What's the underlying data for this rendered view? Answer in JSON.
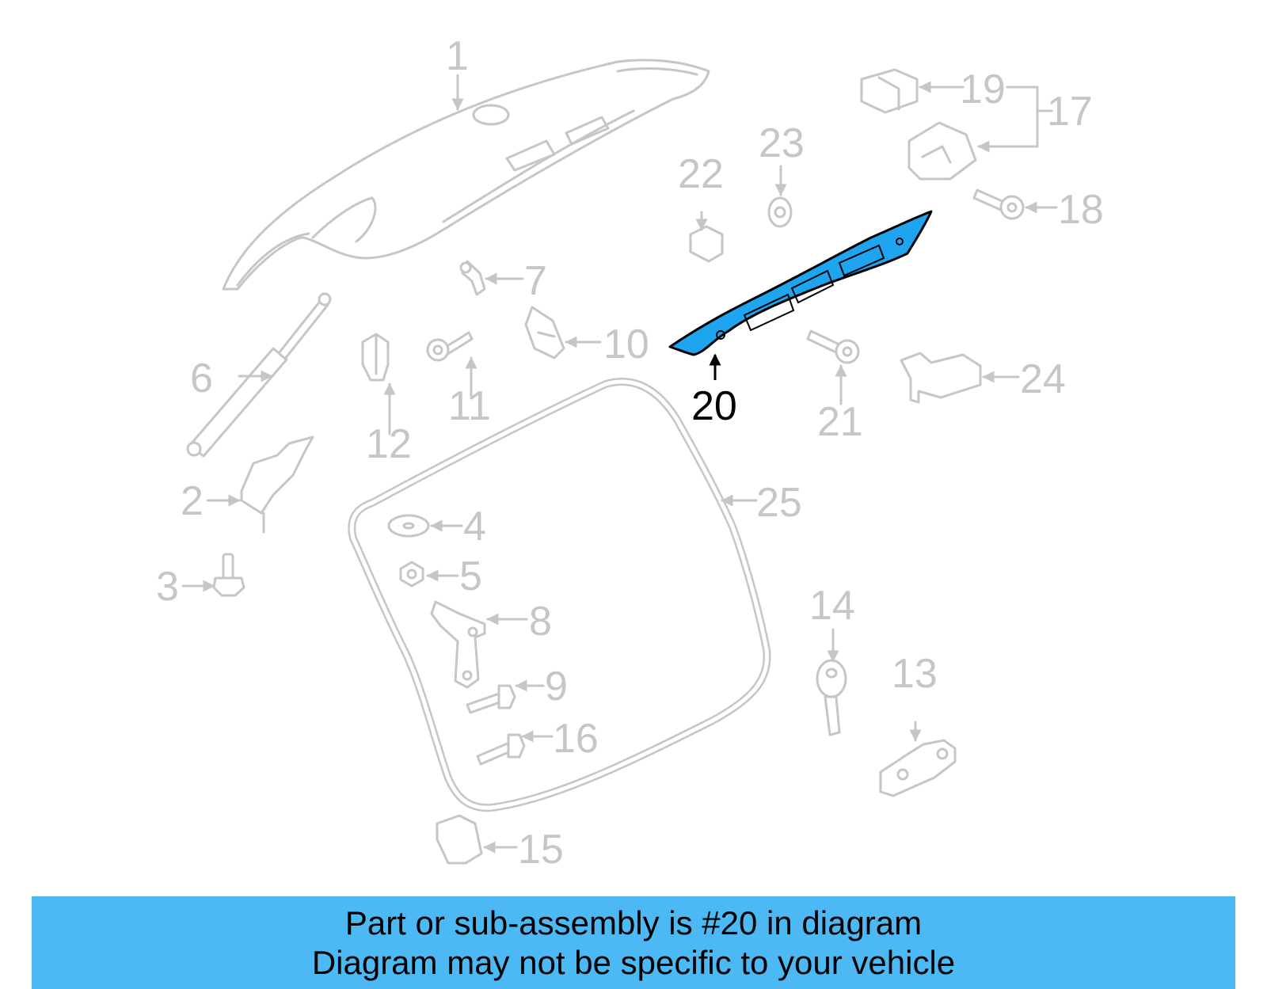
{
  "colors": {
    "part_outline": "#c6c6c6",
    "highlight_fill": "#1fa4ef",
    "highlight_stroke": "#000000",
    "banner_bg": "#4cb9f4",
    "text": "#000000"
  },
  "diagram": {
    "highlighted_part": "20",
    "callouts": [
      "1",
      "2",
      "3",
      "4",
      "5",
      "6",
      "7",
      "8",
      "9",
      "10",
      "11",
      "12",
      "13",
      "14",
      "15",
      "16",
      "17",
      "18",
      "19",
      "20",
      "21",
      "22",
      "23",
      "24",
      "25"
    ]
  },
  "banner": {
    "line1": "Part or sub-assembly is #20 in diagram",
    "line2": "Diagram may not be specific to your vehicle"
  }
}
